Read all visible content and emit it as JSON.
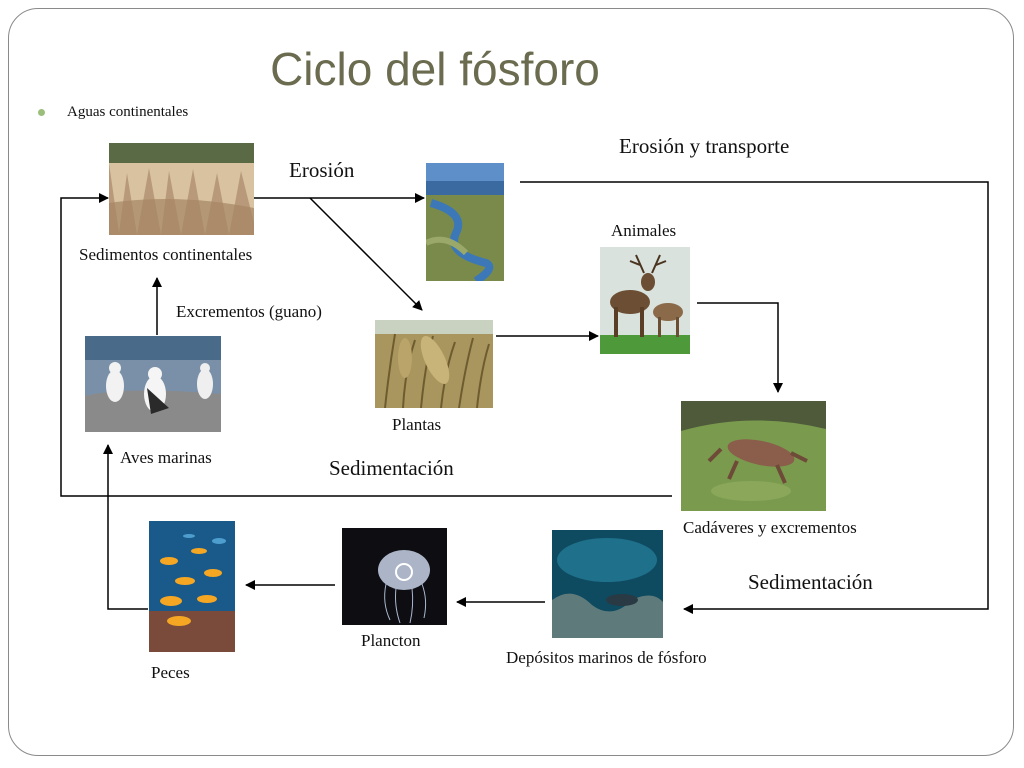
{
  "title": "Ciclo del fósforo",
  "bullet": "Aguas continentales",
  "labels": {
    "erosion": "Erosión",
    "erosion_transport": "Erosión y transporte",
    "sed_cont": "Sedimentos continentales",
    "animals": "Animales",
    "guano": "Excrementos (guano)",
    "plants": "Plantas",
    "seabirds": "Aves marinas",
    "sedimentation_top": "Sedimentación",
    "corpses": "Cadáveres y excrementos",
    "sedimentation_bottom": "Sedimentación",
    "fish": "Peces",
    "plankton": "Plancton",
    "marine_deposits": "Depósitos marinos de fósforo"
  }
}
